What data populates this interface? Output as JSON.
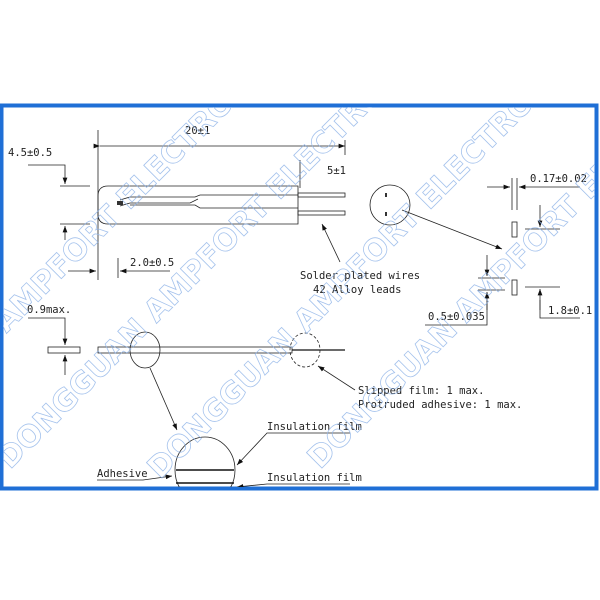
{
  "watermark": "DONGGUAN AMPFORT ELECTRONICS CO., LTD.",
  "frame_color": "#1f6fd6",
  "dimensions": {
    "length": "20±1",
    "width": "4.5±0.5",
    "tip": "2.0±0.5",
    "lead_length": "5±1",
    "lead_thickness": "0.17±0.02",
    "lead_width": "0.5±0.035",
    "lead_pitch": "1.8±0.1",
    "thickness": "0.9max."
  },
  "labels": {
    "wires_line1": "Solder plated wires",
    "wires_line2": "42 Alloy leads",
    "slipped": "Slipped film: 1 max.",
    "protruded": "Protruded adhesive: 1 max.",
    "insulation_top": "Insulation film",
    "insulation_bottom": "Insulation film",
    "adhesive": "Adhesive"
  }
}
